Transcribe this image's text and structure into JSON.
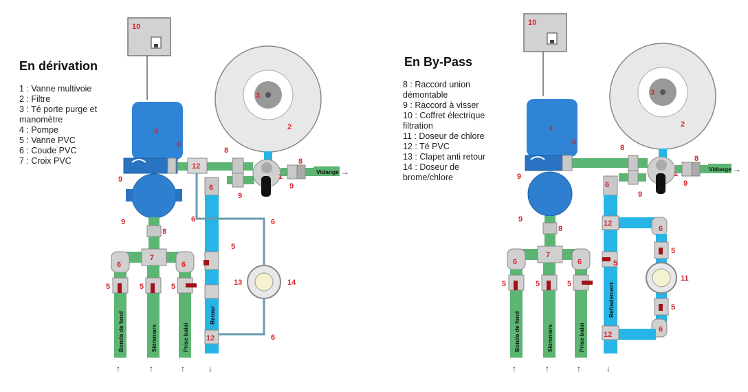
{
  "left": {
    "title": "En dérivation",
    "legend": [
      "1 : Vanne multivoie",
      "2 : Filtre",
      "3 : Té porte purge et",
      "manomètre",
      "4 : Pompe",
      "5 : Vanne PVC",
      "6 : Coude PVC",
      "7 : Croix PVC"
    ],
    "labels": {
      "bonde": "Bonde de fond",
      "skimmers": "Skimmers",
      "prise": "Prise balai",
      "retour": "Retour",
      "vidange": "Vidange"
    },
    "nums": {
      "n1": "1",
      "n2": "2",
      "n3": "3",
      "n4": "4",
      "n5": "5",
      "n6": "6",
      "n7": "7",
      "n8": "8",
      "n9": "9",
      "n10": "10",
      "n12": "12",
      "n13": "13",
      "n14": "14"
    }
  },
  "right": {
    "title": "En By-Pass",
    "legend": [
      "8 : Raccord union",
      "démontable",
      "9 : Raccord à visser",
      "10 : Coffret électrique",
      "filtration",
      "11 : Doseur de chlore",
      "12 : Té PVC",
      "13 : Clapet anti retour",
      "14 : Doseur de",
      "brome/chlore"
    ],
    "labels": {
      "bonde": "Bonde de fond",
      "skimmers": "Skimmers",
      "prise": "Prise balai",
      "refoulement": "Refoulement",
      "vidange": "Vidange"
    },
    "nums": {
      "n1": "1",
      "n2": "2",
      "n3": "3",
      "n4": "4",
      "n5": "5",
      "n6": "6",
      "n7": "7",
      "n8": "8",
      "n9": "9",
      "n10": "10",
      "n11": "11",
      "n12": "12"
    }
  },
  "colors": {
    "green_pipe": "#5cb572",
    "blue_pipe": "#27b4e6",
    "pump_blue": "#2f7fd0",
    "filter_gray": "#dedede",
    "box_gray": "#d2d2d2",
    "number_red": "#d7262d",
    "valve_red": "#a3121b"
  }
}
